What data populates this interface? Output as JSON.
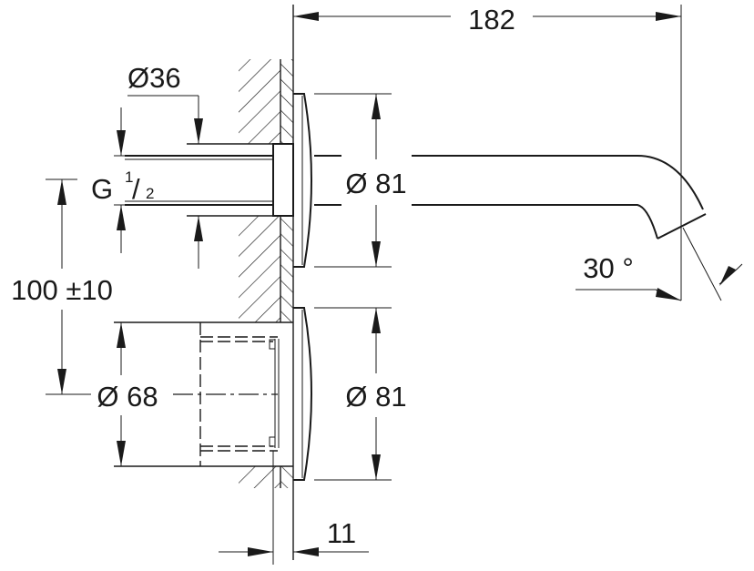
{
  "drawing": {
    "dim_spout_length": "182",
    "dim_pipe_diameter": "Ø36",
    "dim_thread_prefix": "G",
    "dim_thread_num": "1",
    "dim_thread_den": "2",
    "dim_rosette_upper": "Ø 81",
    "dim_rosette_lower": "Ø 81",
    "dim_spacing": "100 ±10",
    "dim_body_diameter": "Ø 68",
    "dim_angle": "30 °",
    "dim_depth": "11"
  }
}
